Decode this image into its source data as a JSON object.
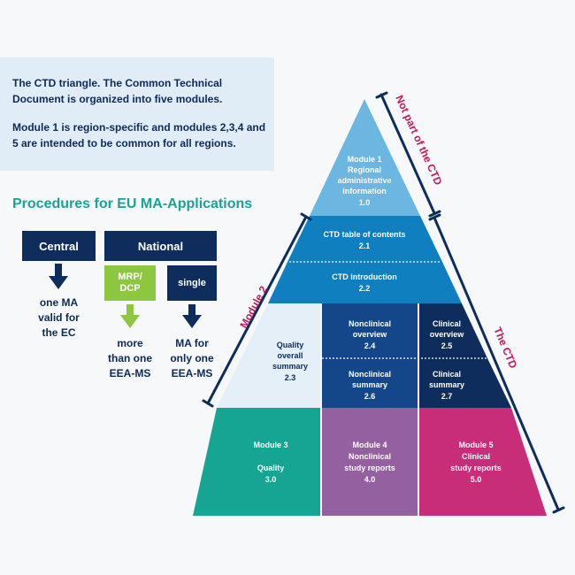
{
  "intro": {
    "line1": "The CTD triangle. The Common Technical Document is organized into five modules.",
    "line2": "Module 1 is region-specific and modules 2,3,4 and 5 are intended to be common for all regions."
  },
  "procedures": {
    "title": "Procedures for EU MA-Applications",
    "central": "Central",
    "national": "National",
    "mrp_dcp": [
      "MRP/",
      "DCP"
    ],
    "single": "single",
    "central_outcome": [
      "one MA",
      "valid for",
      "the EC"
    ],
    "mrp_outcome": [
      "more",
      "than one",
      "EEA-MS"
    ],
    "single_outcome": [
      "MA for",
      "only one",
      "EEA-MS"
    ]
  },
  "pyramid": {
    "m1": [
      "Module 1",
      "Regional",
      "administrative",
      "information",
      "1.0"
    ],
    "toc": [
      "CTD table of contents",
      "2.1"
    ],
    "intro": [
      "CTD introduction",
      "2.2"
    ],
    "qos": [
      "Quality",
      "overall",
      "summary",
      "2.3"
    ],
    "nc_overview": [
      "Nonclinical",
      "overview",
      "2.4"
    ],
    "cl_overview": [
      "Clinical",
      "overview",
      "2.5"
    ],
    "nc_summary": [
      "Nonclinical",
      "summary",
      "2.6"
    ],
    "cl_summary": [
      "Clinical",
      "summary",
      "2.7"
    ],
    "m3": [
      "Module 3",
      "",
      "Quality",
      "3.0"
    ],
    "m4": [
      "Module 4",
      "Nonclinical",
      "study reports",
      "4.0"
    ],
    "m5": [
      "Module 5",
      "Clinical",
      "study reports",
      "5.0"
    ]
  },
  "labels": {
    "not_ctd": "Not part of the CTD",
    "module2": "Module 2",
    "the_ctd": "The CTD"
  },
  "colors": {
    "navy": "#0e2d5c",
    "teal": "#17a593",
    "green": "#8dc63f",
    "magenta": "#c2185b",
    "m1": "#6cb6e2",
    "m21": "#0f7fc0",
    "m23": "#e4eff8",
    "m24": "#13478a",
    "m3": "#17a593",
    "m4": "#94609f",
    "m5": "#c72d78"
  }
}
